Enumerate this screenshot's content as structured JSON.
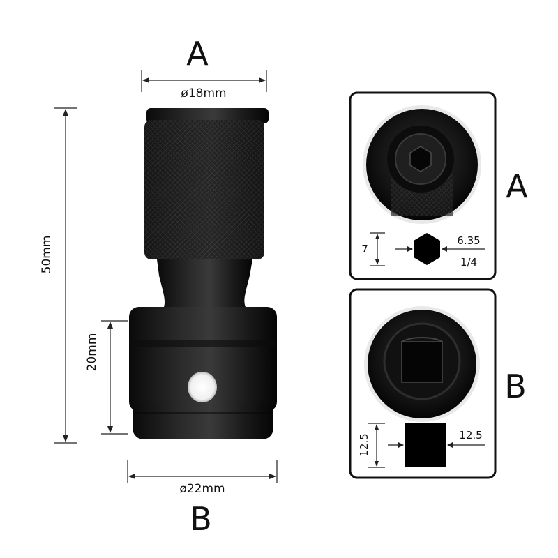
{
  "labels": {
    "top_letter": "A",
    "bottom_letter": "B",
    "top_diameter": "ø18mm",
    "bottom_diameter": "ø22mm",
    "total_length": "50mm",
    "square_length": "20mm"
  },
  "panel_a": {
    "letter": "A",
    "hex_height": "7",
    "hex_metric": "6.35",
    "hex_imperial": "1/4"
  },
  "panel_b": {
    "letter": "B",
    "square_height": "12.5",
    "square_width": "12.5"
  },
  "colors": {
    "metal": "#1a1a1a",
    "background": "#ffffff",
    "line": "#222222"
  }
}
